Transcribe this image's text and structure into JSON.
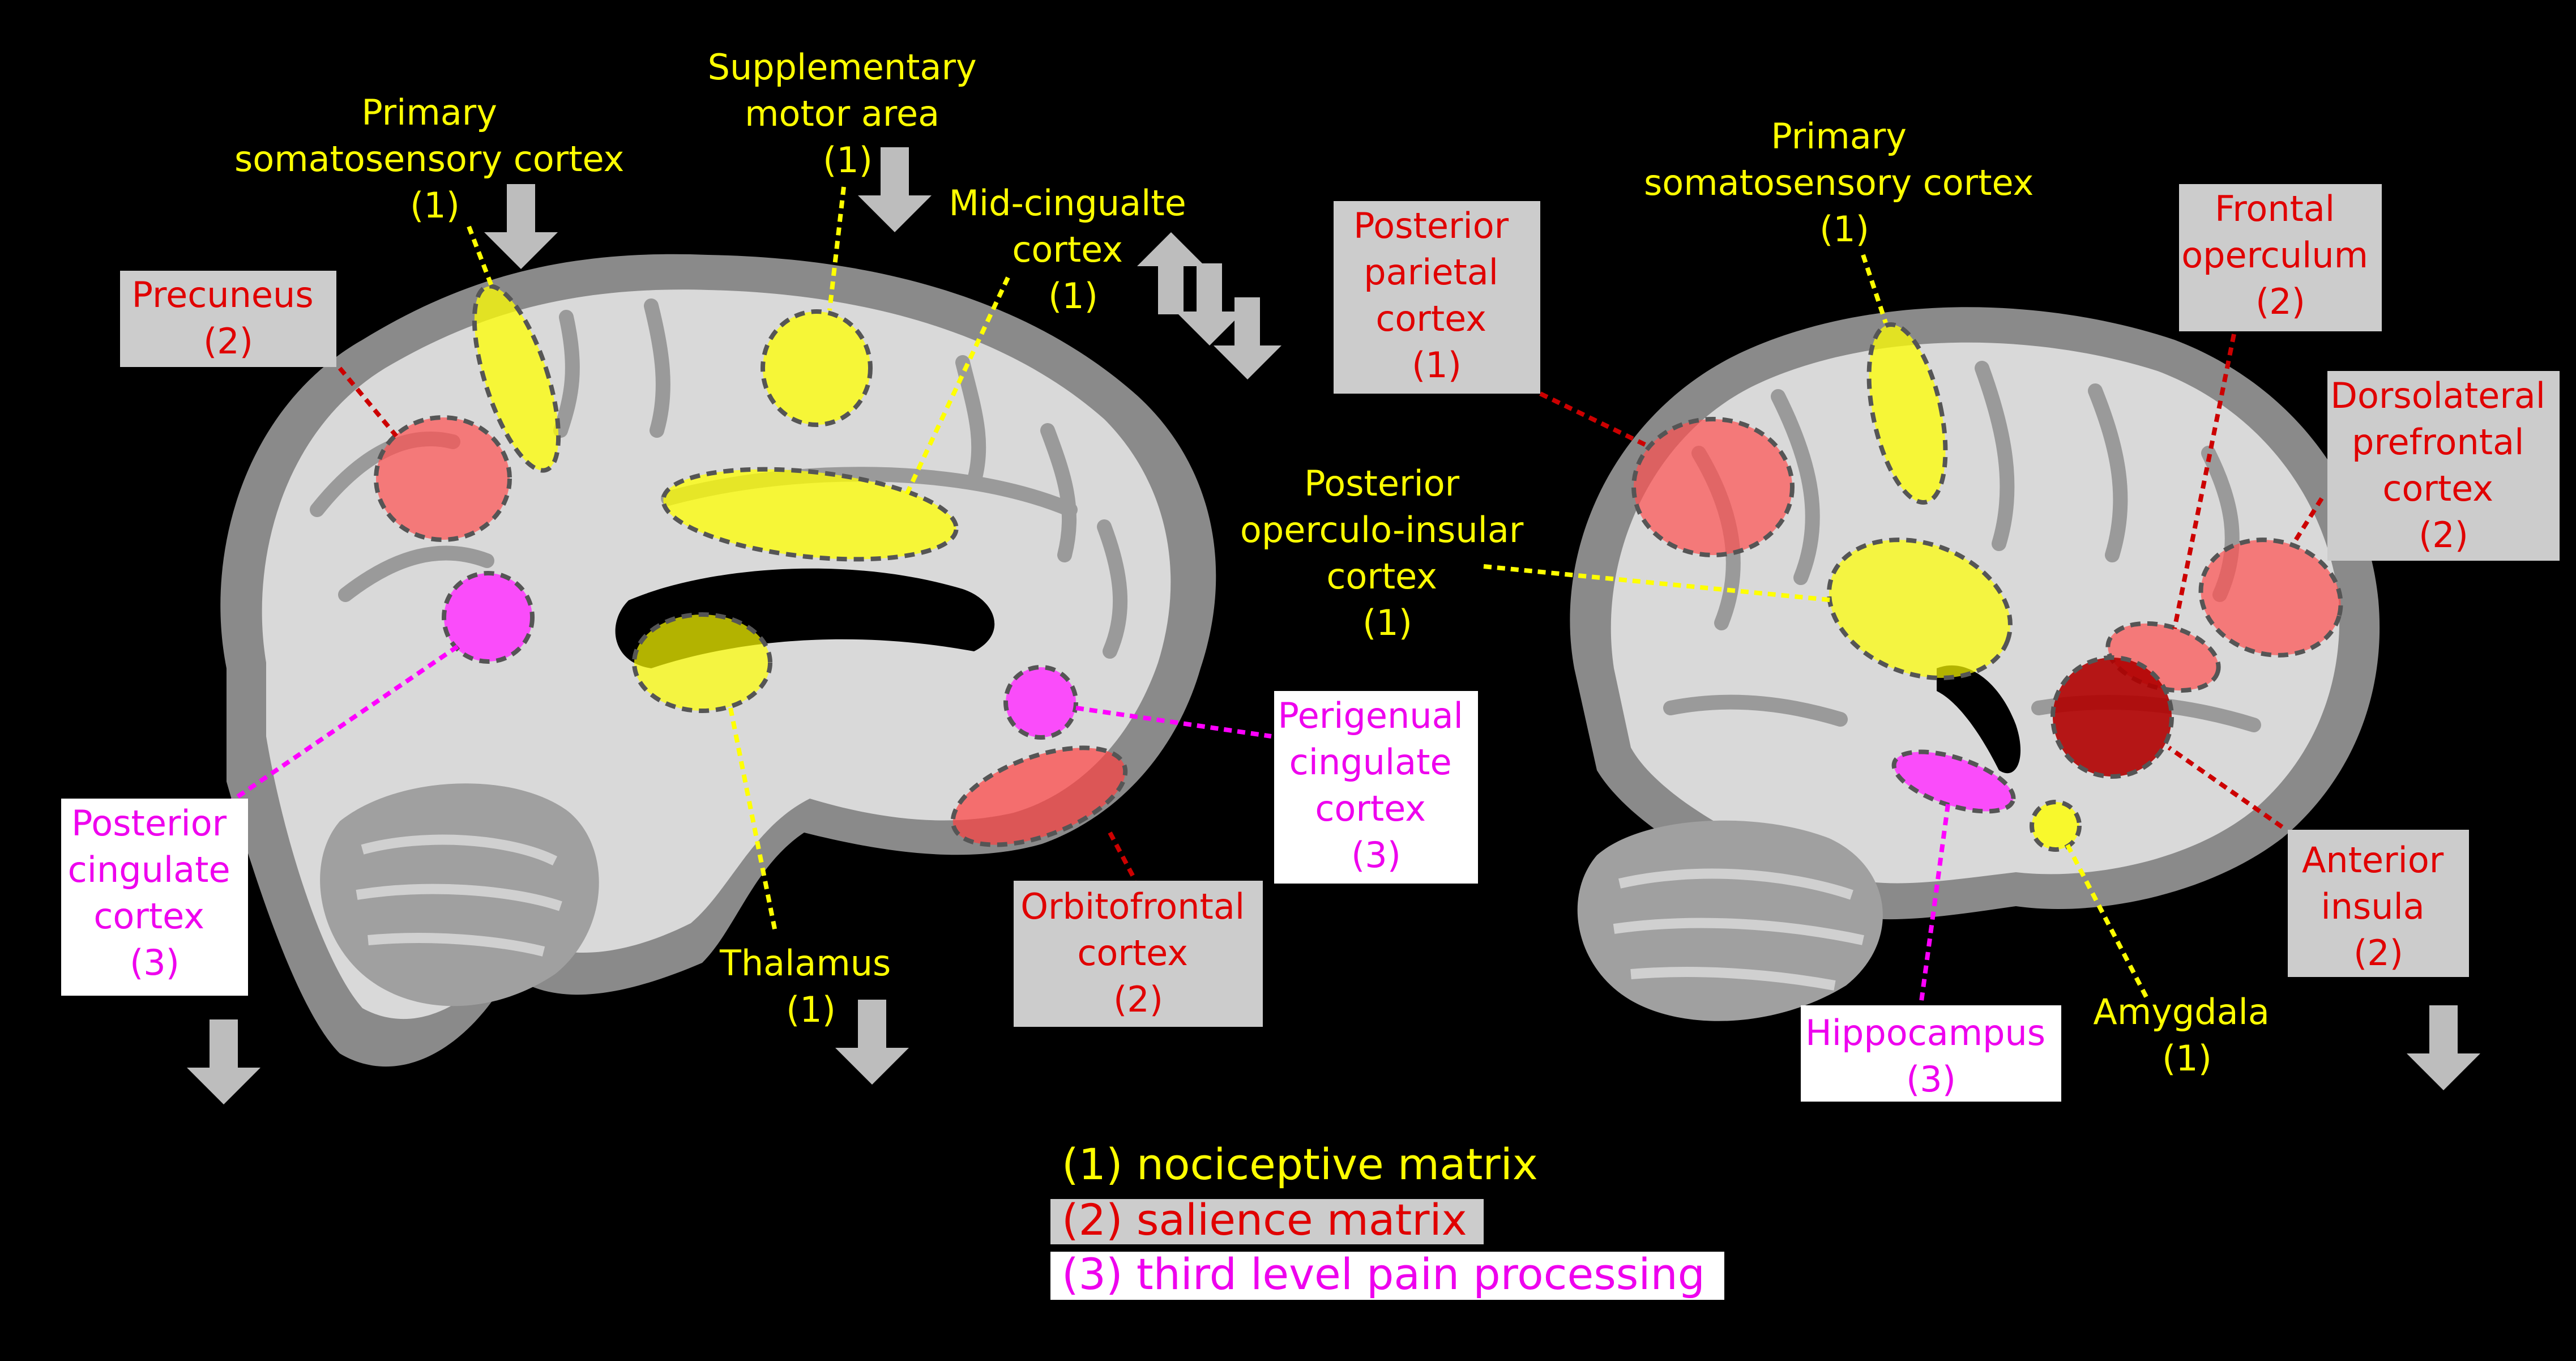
{
  "colors": {
    "background": "#000000",
    "nociceptive": "#ffff00",
    "salience": "#ff2020",
    "third_level": "#ff00ff",
    "label_box_gray": "#cccccc",
    "label_box_white": "#ffffff",
    "arrow": "#bdbdbd"
  },
  "left_brain": {
    "labels": {
      "primary_somatosensory": [
        "Primary",
        "somatosensory cortex",
        "(1)"
      ],
      "supplementary_motor": [
        "Supplementary",
        "motor area",
        "(1)"
      ],
      "mid_cingulate": [
        "Mid-cingualte",
        "cortex",
        "(1)"
      ],
      "precuneus": [
        "Precuneus",
        "(2)"
      ],
      "posterior_cingulate": [
        "Posterior",
        "cingulate",
        "cortex",
        "(3)"
      ],
      "perigenual_cingulate": [
        "Perigenual",
        "cingulate",
        "cortex",
        "(3)"
      ],
      "orbitofrontal": [
        "Orbitofrontal",
        "cortex",
        "(2)"
      ],
      "thalamus": [
        "Thalamus",
        "(1)"
      ]
    }
  },
  "right_brain": {
    "labels": {
      "primary_somatosensory": [
        "Primary",
        "somatosensory cortex",
        "(1)"
      ],
      "posterior_parietal": [
        "Posterior",
        "parietal",
        "cortex",
        "(1)"
      ],
      "frontal_operculum": [
        "Frontal",
        "operculum",
        "(2)"
      ],
      "dorsolateral_prefrontal": [
        "Dorsolateral",
        "prefrontal",
        "cortex",
        "(2)"
      ],
      "posterior_operculo_insular": [
        "Posterior",
        "operculo-insular",
        "cortex",
        "(1)"
      ],
      "anterior_insula": [
        "Anterior",
        "insula",
        "(2)"
      ],
      "hippocampus": [
        "Hippocampus",
        "(3)"
      ],
      "amygdala": [
        "Amygdala",
        "(1)"
      ]
    }
  },
  "legend": {
    "nociceptive": "(1) nociceptive matrix",
    "salience": "(2) salience matrix",
    "third_level": "(3) third level pain processing"
  }
}
